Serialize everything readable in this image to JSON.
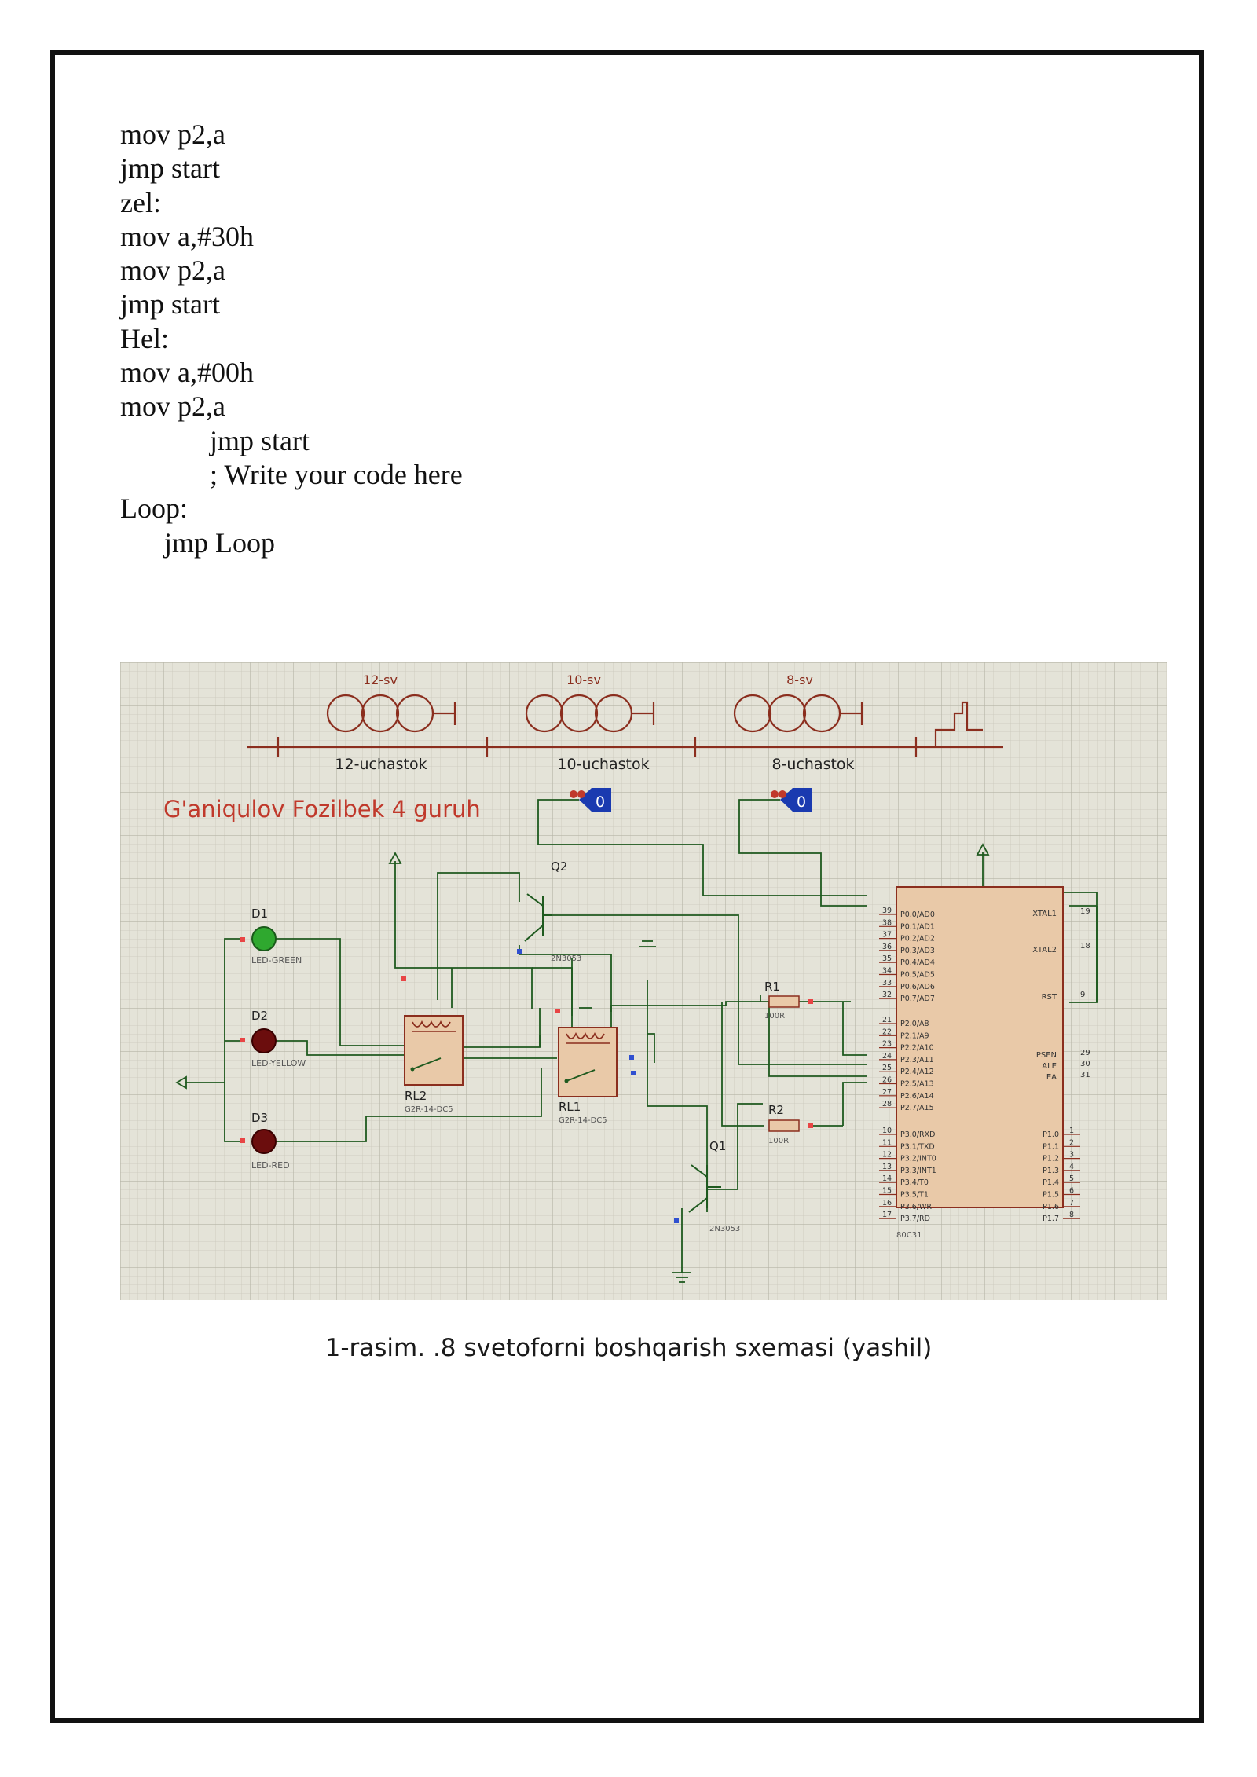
{
  "code_lines": [
    {
      "text": "mov p2,a"
    },
    {
      "text": "jmp start"
    },
    {
      "text": "zel:"
    },
    {
      "text": "mov a,#30h"
    },
    {
      "text": "mov p2,a"
    },
    {
      "text": "jmp start"
    },
    {
      "text": "Hel:"
    },
    {
      "text": "mov a,#00h"
    },
    {
      "text": "mov p2,a"
    },
    {
      "text": "jmp start"
    },
    {
      "text": "; Write your code here"
    },
    {
      "text": "Loop:"
    },
    {
      "text": "jmp Loop"
    }
  ],
  "schematic": {
    "title": "G'aniqulov Fozilbek 4 guruh",
    "lamp_labels": {
      "l12": "12-sv",
      "l10": "10-sv",
      "l8": "8-sv"
    },
    "section_labels": {
      "s12": "12-uchastok",
      "s10": "10-uchastok",
      "s8": "8-uchastok"
    },
    "logic_probe_value": "0",
    "leds": {
      "d1": {
        "ref": "D1",
        "part": "LED-GREEN"
      },
      "d2": {
        "ref": "D2",
        "part": "LED-YELLOW"
      },
      "d3": {
        "ref": "D3",
        "part": "LED-RED"
      }
    },
    "relays": {
      "rl2": {
        "ref": "RL2",
        "part": "G2R-14-DC5"
      },
      "rl1": {
        "ref": "RL1",
        "part": "G2R-14-DC5"
      }
    },
    "transistors": {
      "q2": {
        "ref": "Q2",
        "part": "2N3053"
      },
      "q1": {
        "ref": "Q1",
        "part": "2N3053"
      }
    },
    "resistors": {
      "r1": {
        "ref": "R1",
        "value": "100R"
      },
      "r2": {
        "ref": "R2",
        "value": "100R"
      }
    },
    "mcu": {
      "part": "80C31",
      "p0_pins": [
        "P0.0/AD0",
        "P0.1/AD1",
        "P0.2/AD2",
        "P0.3/AD3",
        "P0.4/AD4",
        "P0.5/AD5",
        "P0.6/AD6",
        "P0.7/AD7"
      ],
      "p0_nums": [
        "39",
        "38",
        "37",
        "36",
        "35",
        "34",
        "33",
        "32"
      ],
      "p2_pins": [
        "P2.0/A8",
        "P2.1/A9",
        "P2.2/A10",
        "P2.3/A11",
        "P2.4/A12",
        "P2.5/A13",
        "P2.6/A14",
        "P2.7/A15"
      ],
      "p2_nums": [
        "21",
        "22",
        "23",
        "24",
        "25",
        "26",
        "27",
        "28"
      ],
      "p3_pins": [
        "P3.0/RXD",
        "P3.1/TXD",
        "P3.2/INT0",
        "P3.3/INT1",
        "P3.4/T0",
        "P3.5/T1",
        "P3.6/WR",
        "P3.7/RD"
      ],
      "p3_nums": [
        "10",
        "11",
        "12",
        "13",
        "14",
        "15",
        "16",
        "17"
      ],
      "p1_pins": [
        "P1.0",
        "P1.1",
        "P1.2",
        "P1.3",
        "P1.4",
        "P1.5",
        "P1.6",
        "P1.7"
      ],
      "p1_nums": [
        "1",
        "2",
        "3",
        "4",
        "5",
        "6",
        "7",
        "8"
      ],
      "xtal1": "XTAL1",
      "xtal1_num": "19",
      "xtal2": "XTAL2",
      "xtal2_num": "18",
      "rst": "RST",
      "rst_num": "9",
      "psen": "PSEN",
      "psen_num": "29",
      "ale": "ALE",
      "ale_num": "30",
      "ea": "EA",
      "ea_num": "31"
    }
  },
  "caption": "1-rasim. .8 svetoforni boshqarish sxemasi (yashil)",
  "colors": {
    "grid_bg": "#e4e3d8",
    "wire": "#1f5a1f",
    "title_red": "#c0392b",
    "component": "#8b2e1e",
    "probe_blue": "#1a3ab0",
    "led_green": "#2fa82f",
    "led_red": "#6b0d0d"
  }
}
